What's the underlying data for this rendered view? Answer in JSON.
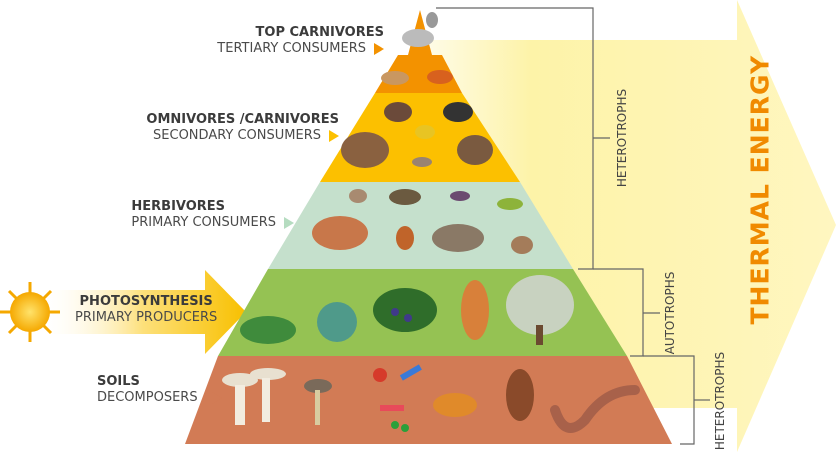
{
  "levels": [
    {
      "title": "TOP CARNIVORES",
      "subtitle": "TERTIARY CONSUMERS",
      "color": "#f39200"
    },
    {
      "title": "OMNIVORES /CARNIVORES",
      "subtitle": "SECONDARY CONSUMERS",
      "color": "#fcc000"
    },
    {
      "title": "HERBIVORES",
      "subtitle": "PRIMARY CONSUMERS",
      "color": "#c5e0cc"
    },
    {
      "title": "PHOTOSYNTHESIS",
      "subtitle": "PRIMARY PRODUCERS",
      "color": "#95c253"
    },
    {
      "title": "SOILS",
      "subtitle": "DECOMPOSERS",
      "color": "#d27b55"
    }
  ],
  "brackets": {
    "upper": "HETEROTROPHS",
    "middle": "AUTOTROPHS",
    "lower": "HETEROTROPHS"
  },
  "energy_label": "THERMAL ENERGY",
  "colors": {
    "energy_arrow": "#fdf3a8",
    "energy_text": "#f08a00",
    "sun": "#f7b500"
  }
}
